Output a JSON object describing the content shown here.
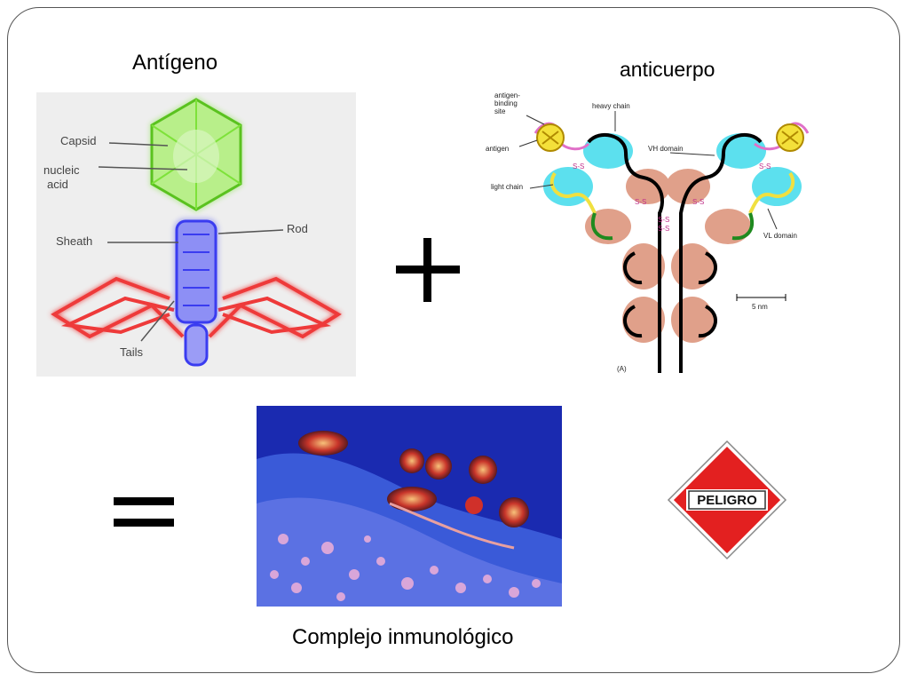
{
  "slide": {
    "antigen_title": "Antígeno",
    "antibody_title": "anticuerpo",
    "plus_symbol": "+",
    "equals_symbol": "=",
    "complex_caption": "Complejo inmunológico"
  },
  "phage_diagram": {
    "labels": {
      "capsid": "Capsid",
      "nucleic_acid": "nucleic\nacid",
      "sheath": "Sheath",
      "rod": "Rod",
      "tails": "Tails"
    },
    "colors": {
      "capsid": "#7ee23a",
      "sheath": "#3a3cf0",
      "tails": "#ee3a3a"
    }
  },
  "antibody_diagram": {
    "labels": {
      "antigen_binding_site": "antigen-\nbinding\nsite",
      "heavy_chain": "heavy chain",
      "antigen": "antigen",
      "vh_domain": "VH domain",
      "light_chain": "light chain",
      "vl_domain": "VL domain",
      "scale": "5 nm",
      "panel": "(A)",
      "disulfide": "S-S"
    },
    "colors": {
      "constant": "#e0a08a",
      "variable": "#5ce0ee",
      "antigen": "#f4e03a",
      "pink": "#e070c8"
    }
  },
  "warning_sign": {
    "text": "PELIGRO",
    "colors": {
      "red": "#e32020",
      "white": "#ffffff"
    }
  }
}
